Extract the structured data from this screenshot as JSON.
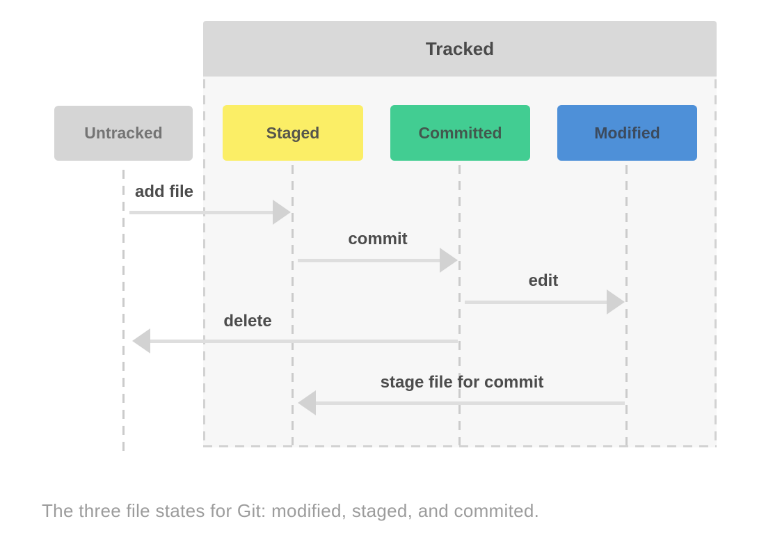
{
  "diagram": {
    "tracked_group": {
      "label": "Tracked",
      "header_bg": "#d9d9d9",
      "header_text_color": "#4a4a4a",
      "body_bg": "#f7f7f7"
    },
    "states": [
      {
        "id": "untracked",
        "label": "Untracked",
        "bg": "#d5d5d5",
        "text_color": "#747474"
      },
      {
        "id": "staged",
        "label": "Staged",
        "bg": "#fbee66",
        "text_color": "#56564c"
      },
      {
        "id": "committed",
        "label": "Committed",
        "bg": "#42cd92",
        "text_color": "#43584e"
      },
      {
        "id": "modified",
        "label": "Modified",
        "bg": "#4e90d8",
        "text_color": "#3c4b5e"
      }
    ],
    "transitions": [
      {
        "label": "add file",
        "from": "untracked",
        "to": "staged",
        "direction": "right"
      },
      {
        "label": "commit",
        "from": "staged",
        "to": "committed",
        "direction": "right"
      },
      {
        "label": "edit",
        "from": "committed",
        "to": "modified",
        "direction": "right"
      },
      {
        "label": "delete",
        "from": "committed",
        "to": "untracked",
        "direction": "left"
      },
      {
        "label": "stage file for commit",
        "from": "modified",
        "to": "staged",
        "direction": "left"
      }
    ],
    "arrow_shaft_color": "#dedede",
    "arrow_head_color": "#d2d2d2",
    "lifeline_color": "#cbcbcb"
  },
  "caption": {
    "text": "The three file states for Git: modified, staged, and commited.",
    "color": "#9c9c9c"
  }
}
